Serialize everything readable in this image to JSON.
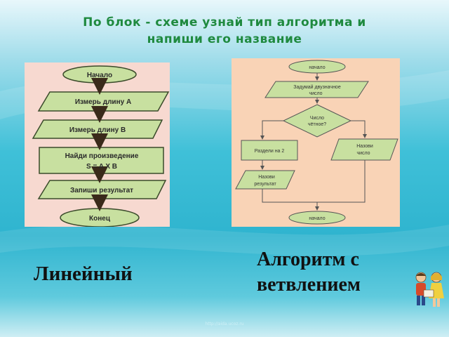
{
  "slide": {
    "title_line1": "По блок - схеме узнай  тип алгоритма и",
    "title_line2": "напиши его название",
    "footer": "http://aida.ucoz.ru"
  },
  "linear_flowchart": {
    "blocks": [
      {
        "shape": "terminal",
        "text": "Начало"
      },
      {
        "shape": "io",
        "text": "Измерь длину А"
      },
      {
        "shape": "io",
        "text": "Измерь длину В"
      },
      {
        "shape": "process",
        "text_line1": "Найди произведение",
        "text_line2": "S = A X B"
      },
      {
        "shape": "io",
        "text": "Запиши результат"
      },
      {
        "shape": "terminal",
        "text": "Конец"
      }
    ]
  },
  "branch_flowchart": {
    "start": "начало",
    "input_line1": "Задумай двузначное",
    "input_line2": "число",
    "decision_line1": "Число",
    "decision_line2": "чётное?",
    "left_process": "Раздели на 2",
    "left_output_line1": "Назови",
    "left_output_line2": "результат",
    "right_output_line1": "Назови",
    "right_output_line2": "число",
    "end": "начало"
  },
  "answers": {
    "linear": "Линейный",
    "branch_line1": "Алгоритм с",
    "branch_line2": "ветвлением"
  },
  "colors": {
    "block_fill": "#c8e0a0",
    "block_stroke": "#3a4a2a",
    "title": "#1f8a3f"
  }
}
